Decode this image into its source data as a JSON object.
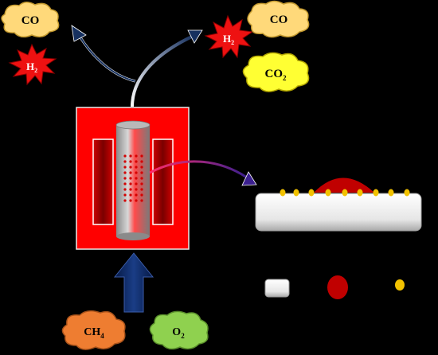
{
  "clouds": {
    "co_left": {
      "main": "CO",
      "sub": ""
    },
    "co_right": {
      "main": "CO",
      "sub": ""
    },
    "co2": {
      "main": "CO",
      "sub": "2"
    },
    "ch4": {
      "main": "CH",
      "sub": "4"
    },
    "o2": {
      "main": "O",
      "sub": "2"
    }
  },
  "bursts": {
    "h2_left": {
      "main": "H",
      "sub": "2"
    },
    "h2_right": {
      "main": "H",
      "sub": "2"
    }
  },
  "colors": {
    "background": "#000000",
    "reactor": "#ff0000",
    "cloud_co": "#ffd97a",
    "cloud_co2": "#ffff33",
    "cloud_ch4": "#ee7d31",
    "cloud_o2": "#8fd14f",
    "burst_h2": "#ee1111",
    "inlet_arrow": "#0d2a63",
    "support": "#eeeeee",
    "metal": "#c00000",
    "promoter": "#f2c200"
  },
  "legend": {
    "items": [
      {
        "icon": "support-icon"
      },
      {
        "icon": "metal-particle-icon"
      },
      {
        "icon": "promoter-particle-icon"
      }
    ]
  }
}
